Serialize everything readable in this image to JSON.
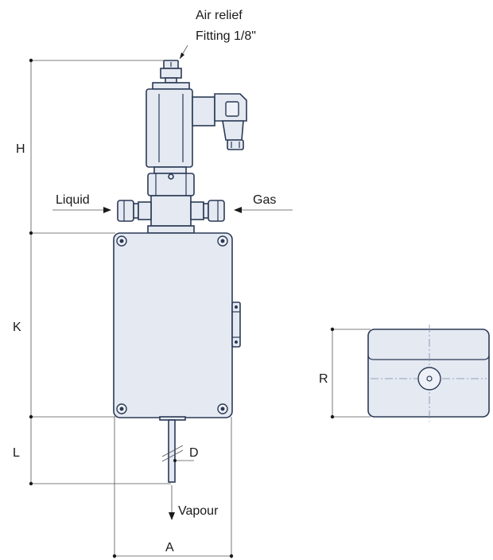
{
  "labels": {
    "air_relief_line1": "Air relief",
    "air_relief_line2": "Fitting 1/8\"",
    "liquid": "Liquid",
    "gas": "Gas",
    "vapour": "Vapour",
    "dim_h": "H",
    "dim_k": "K",
    "dim_l": "L",
    "dim_d": "D",
    "dim_a": "A",
    "dim_r": "R"
  },
  "colors": {
    "outline": "#2b3a55",
    "fill": "#e4e9f2",
    "dimension": "#555555"
  }
}
